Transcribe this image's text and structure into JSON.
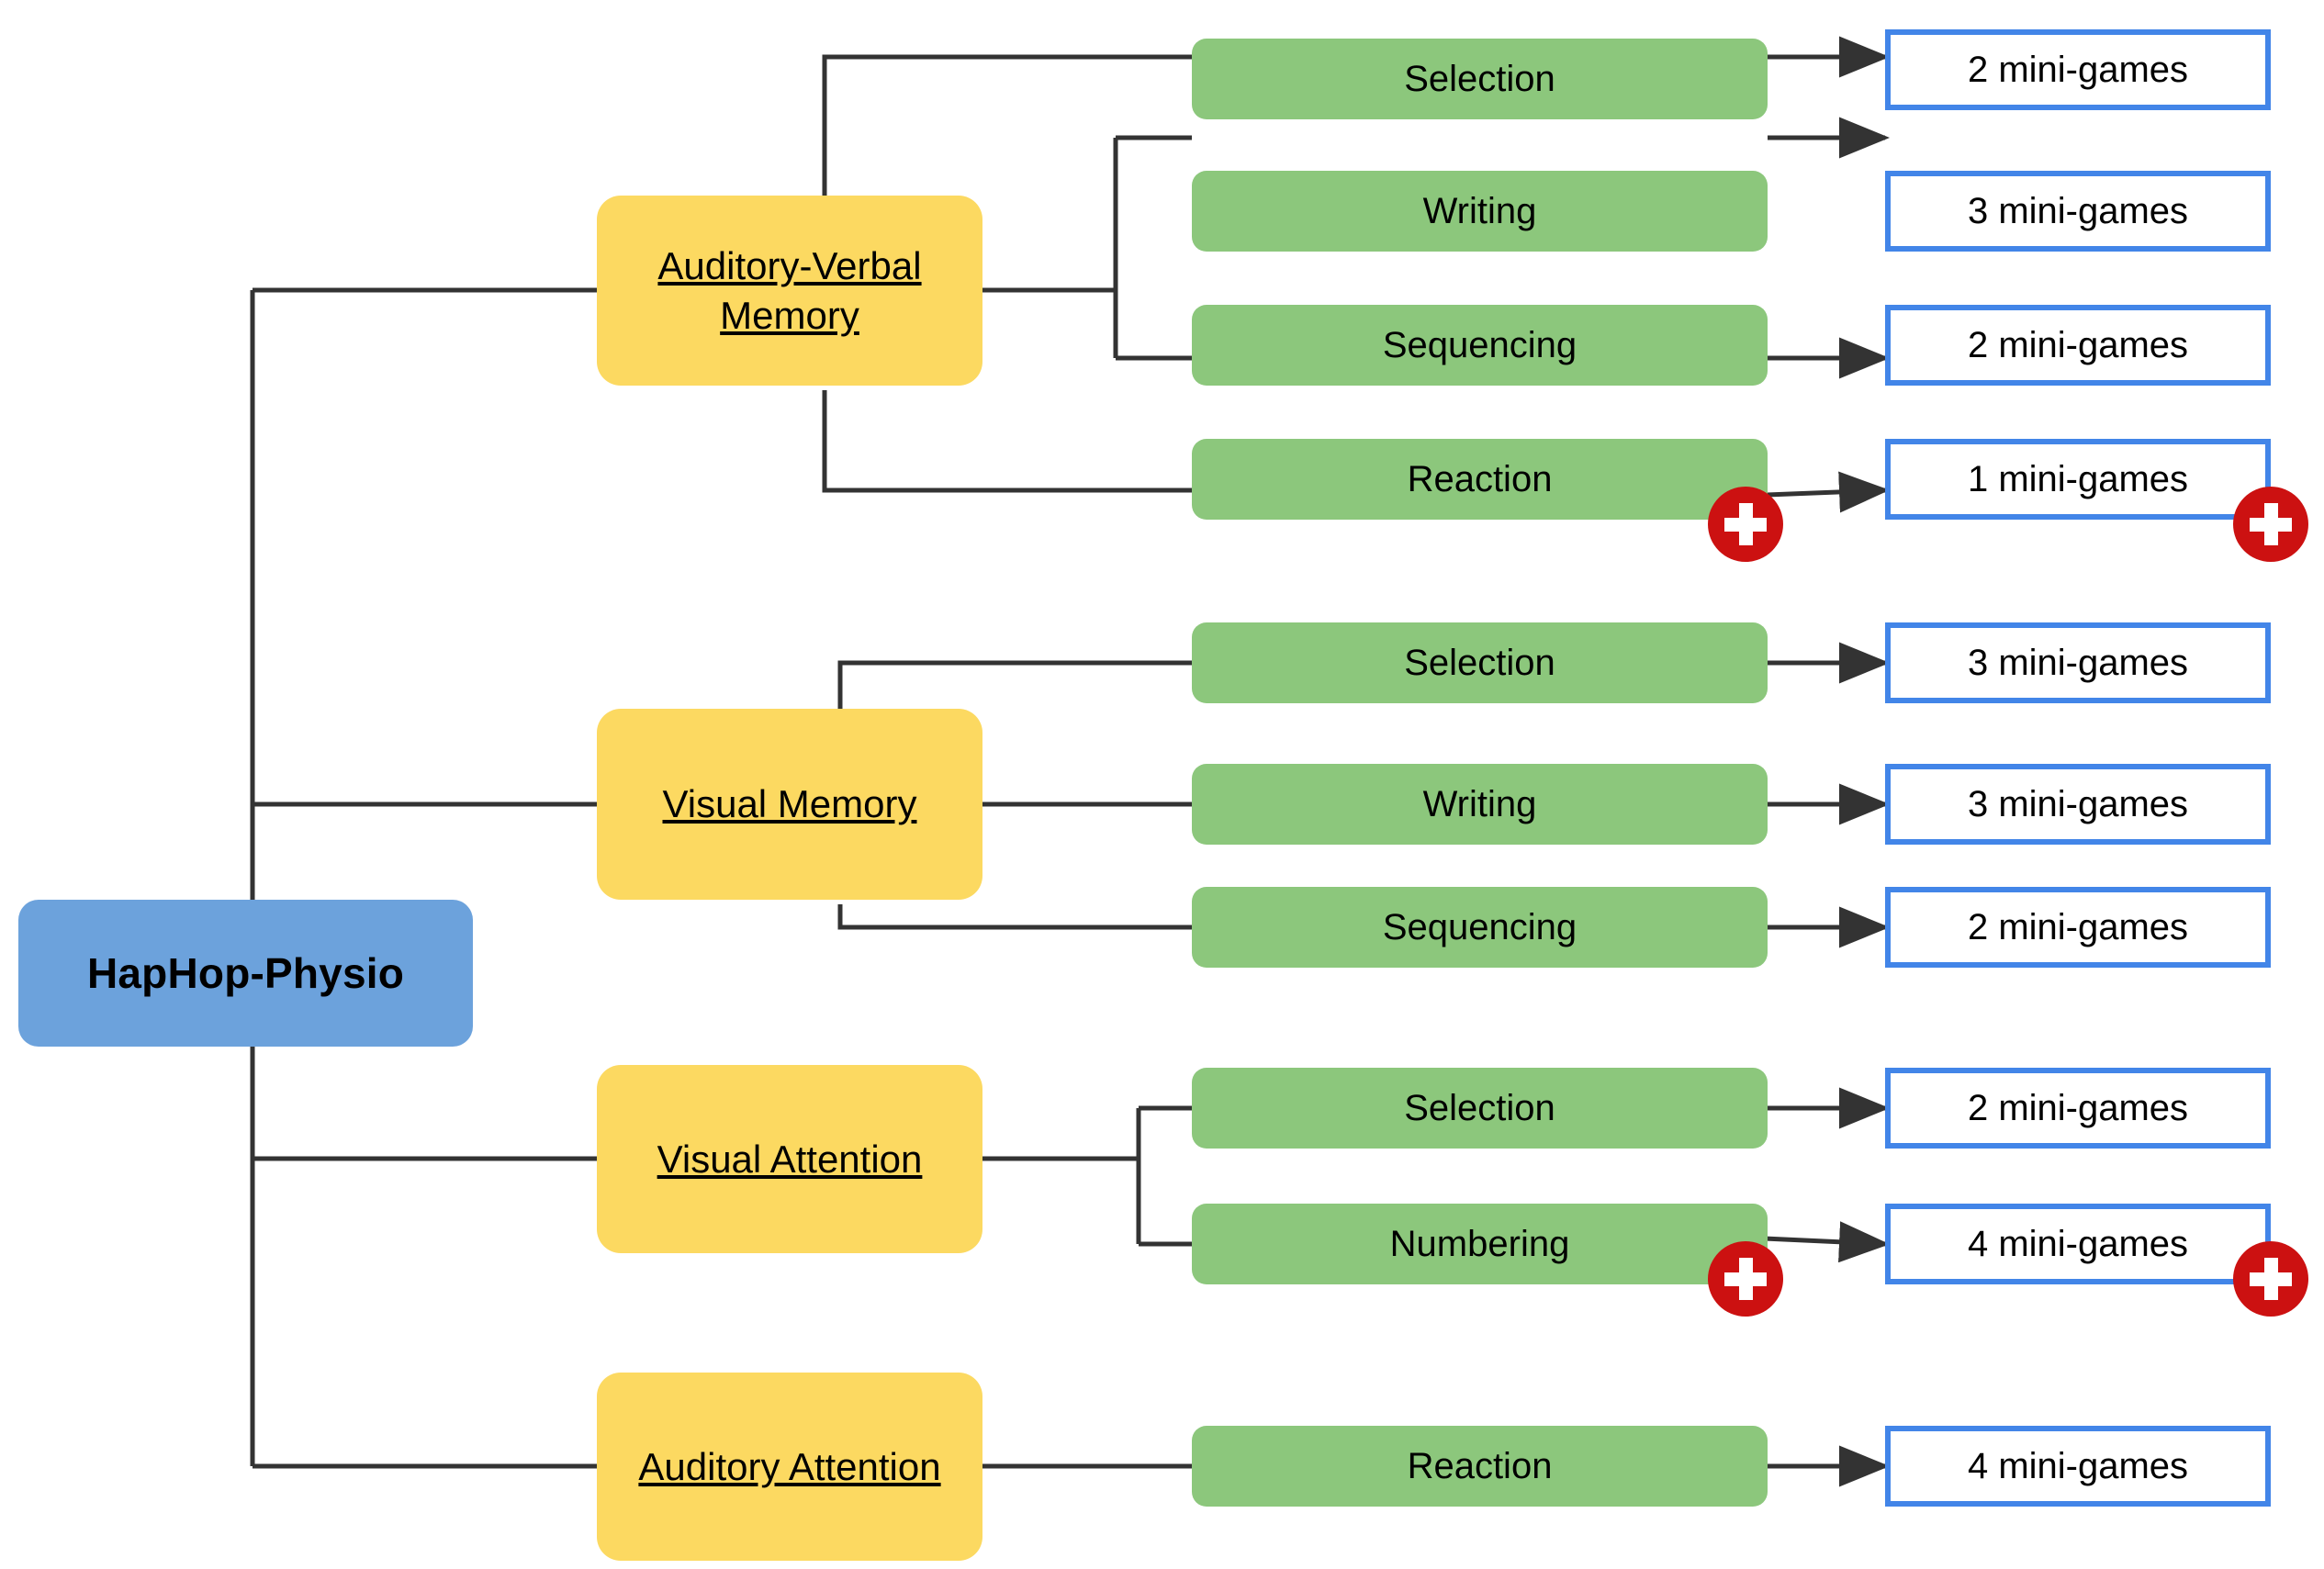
{
  "diagram": {
    "title_node": {
      "label": "HapHop-Physio"
    },
    "colors": {
      "root": "#6CA2DC",
      "category": "#FCD961",
      "task": "#8CC77C",
      "count_border": "#4285E8",
      "badge": "#CC1111",
      "connector": "#333333"
    },
    "categories": [
      {
        "id": "auditory-verbal-memory",
        "label_line1": "Auditory-Verbal",
        "label_line2": "Memory",
        "tasks": [
          {
            "label": "Selection",
            "count": "2 mini-games",
            "badge_on_task": false,
            "badge_on_count": false
          },
          {
            "label": "Writing",
            "count": "3 mini-games",
            "badge_on_task": false,
            "badge_on_count": false
          },
          {
            "label": "Sequencing",
            "count": "2 mini-games",
            "badge_on_task": false,
            "badge_on_count": false
          },
          {
            "label": "Reaction",
            "count": "1 mini-games",
            "badge_on_task": true,
            "badge_on_count": true
          }
        ]
      },
      {
        "id": "visual-memory",
        "label_line1": "Visual Memory",
        "label_line2": "",
        "tasks": [
          {
            "label": "Selection",
            "count": "3 mini-games",
            "badge_on_task": false,
            "badge_on_count": false
          },
          {
            "label": "Writing",
            "count": "3 mini-games",
            "badge_on_task": false,
            "badge_on_count": false
          },
          {
            "label": "Sequencing",
            "count": "2 mini-games",
            "badge_on_task": false,
            "badge_on_count": false
          }
        ]
      },
      {
        "id": "visual-attention",
        "label_line1": "Visual Attention",
        "label_line2": "",
        "tasks": [
          {
            "label": "Selection",
            "count": "2 mini-games",
            "badge_on_task": false,
            "badge_on_count": false
          },
          {
            "label": "Numbering",
            "count": "4 mini-games",
            "badge_on_task": true,
            "badge_on_count": true
          }
        ]
      },
      {
        "id": "auditory-attention",
        "label_line1": "Auditory Attention",
        "label_line2": "",
        "tasks": [
          {
            "label": "Reaction",
            "count": "4 mini-games",
            "badge_on_task": false,
            "badge_on_count": false
          }
        ]
      }
    ],
    "badge_icon": "medical-cross-icon"
  }
}
